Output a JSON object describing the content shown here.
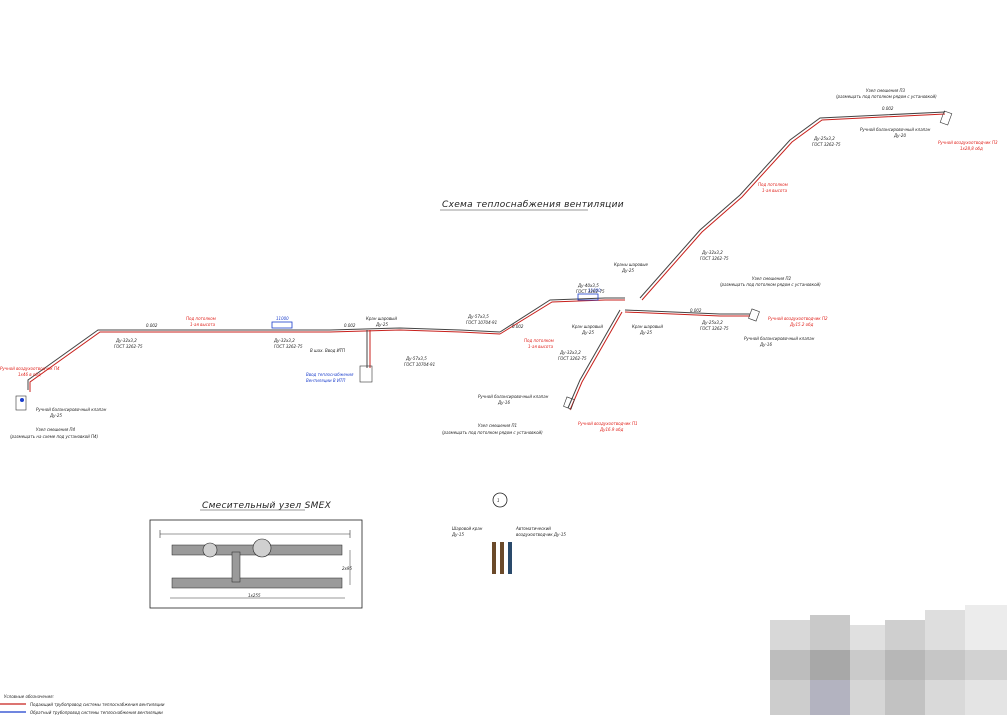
{
  "titles": {
    "main": "Схема теплоснабжения вентиляции",
    "mix": "Смесительный узел SMEX"
  },
  "callout_number": "1",
  "labels": {
    "p4_air": "Ручной воздухоотводчик П4",
    "p4_air2": "1х46 в обд",
    "p4_valve": "Ручной балансировочный клапан",
    "p4_valve_d": "Ду-25",
    "p4_node": "Узел смешения П4",
    "p4_node_note": "(размещать на схеме под установкой П4)",
    "lay1": "Под потолком",
    "lay1b": "1-ая высота",
    "pipe1": "Ду-32х3,2",
    "gost1": "ГОСТ 3262-75",
    "box1": "11000",
    "box2": "11000",
    "ball1": "Кран шаровый",
    "ball1_d": "Ду-25",
    "itp": "В шах. Ввод ИТП",
    "heat_in": "Ввод теплоснабжения",
    "heat_in2": "Вентиляции В ИТП",
    "pipe2": "Ду-57х3,5",
    "gost2": "ГОСТ 10704-91",
    "pipe3": "Ду-57х3,5",
    "gost3": "ГОСТ 10704-91",
    "lay2": "Под потолком",
    "lay2b": "1-ая высота",
    "pipe4": "Ду-40х3,5",
    "gost4": "ГОСТ 3262-75",
    "ball2": "Краны шаровые",
    "ball2_d": "Ду-25",
    "ball3": "Кран шаровый",
    "ball3_d": "Ду-25",
    "ball4": "Кран шаровый",
    "ball4_d": "Ду-25",
    "pipe5": "Ду-32х3,2",
    "gost5": "ГОСТ 3262-75",
    "pipe6": "Ду-25х3,2",
    "gost6": "ГОСТ 3262-75",
    "p2_node": "Узел смешения П2",
    "p2_node_note": "(размещать под потолком рядом с установкой)",
    "p2_air": "Ручной воздухоотводчик П2",
    "p2_air2": "Ду15.2 обд",
    "p2_valve": "Ручной балансировочный клапан",
    "p2_valve_d": "Ду-16",
    "p1_valve": "Ручной балансировочный клапан",
    "p1_valve_d": "Ду-16",
    "p1_air": "Ручной воздухоотводчик П1",
    "p1_air2": "Ду16.9 обд",
    "p1_node": "Узел смешения П1",
    "p1_node_note": "(размещать под потолком рядом с установкой)",
    "lay3": "Под потолком",
    "lay3b": "1-ая высота",
    "pipe7": "Ду-32х3,2",
    "gost7": "ГОСТ 3262-75",
    "pipe8": "Ду-25х3,2",
    "gost8": "ГОСТ 3262-75",
    "p3_node": "Узел смешения П3",
    "p3_node_note": "(размещать под потолком рядом с установкой)",
    "p3_valve": "Ручной балансировочный клапан",
    "p3_valve_d": "Ду-20",
    "p3_air": "Ручной воздухоотводчик П3",
    "p3_air2": "1х28,8 обд",
    "legend_ball": "Шаровой кран",
    "legend_ball_d": "Ду-15",
    "legend_auto": "Автоматический",
    "legend_auto2": "воздухоотводчик Ду-15",
    "dim_w": "1х255",
    "dim_h": "2х95",
    "slope1": "0.002",
    "slope2": "0.002",
    "slope3": "0.002",
    "slope4": "0.002",
    "slope5": "0.002"
  },
  "legend": {
    "title": "Условные обозначения:",
    "supply": "Подающий трубопровод системы теплоснабжения вентиляции",
    "return": "Обратный трубопровод системы теплоснабжения вентиляции",
    "supply_color": "#c8201c",
    "return_color": "#1a3dcc"
  },
  "colors": {
    "supply": "#c8201c",
    "return": "#444444",
    "text_red": "#e0201a",
    "text_blue": "#1a3dcc"
  }
}
